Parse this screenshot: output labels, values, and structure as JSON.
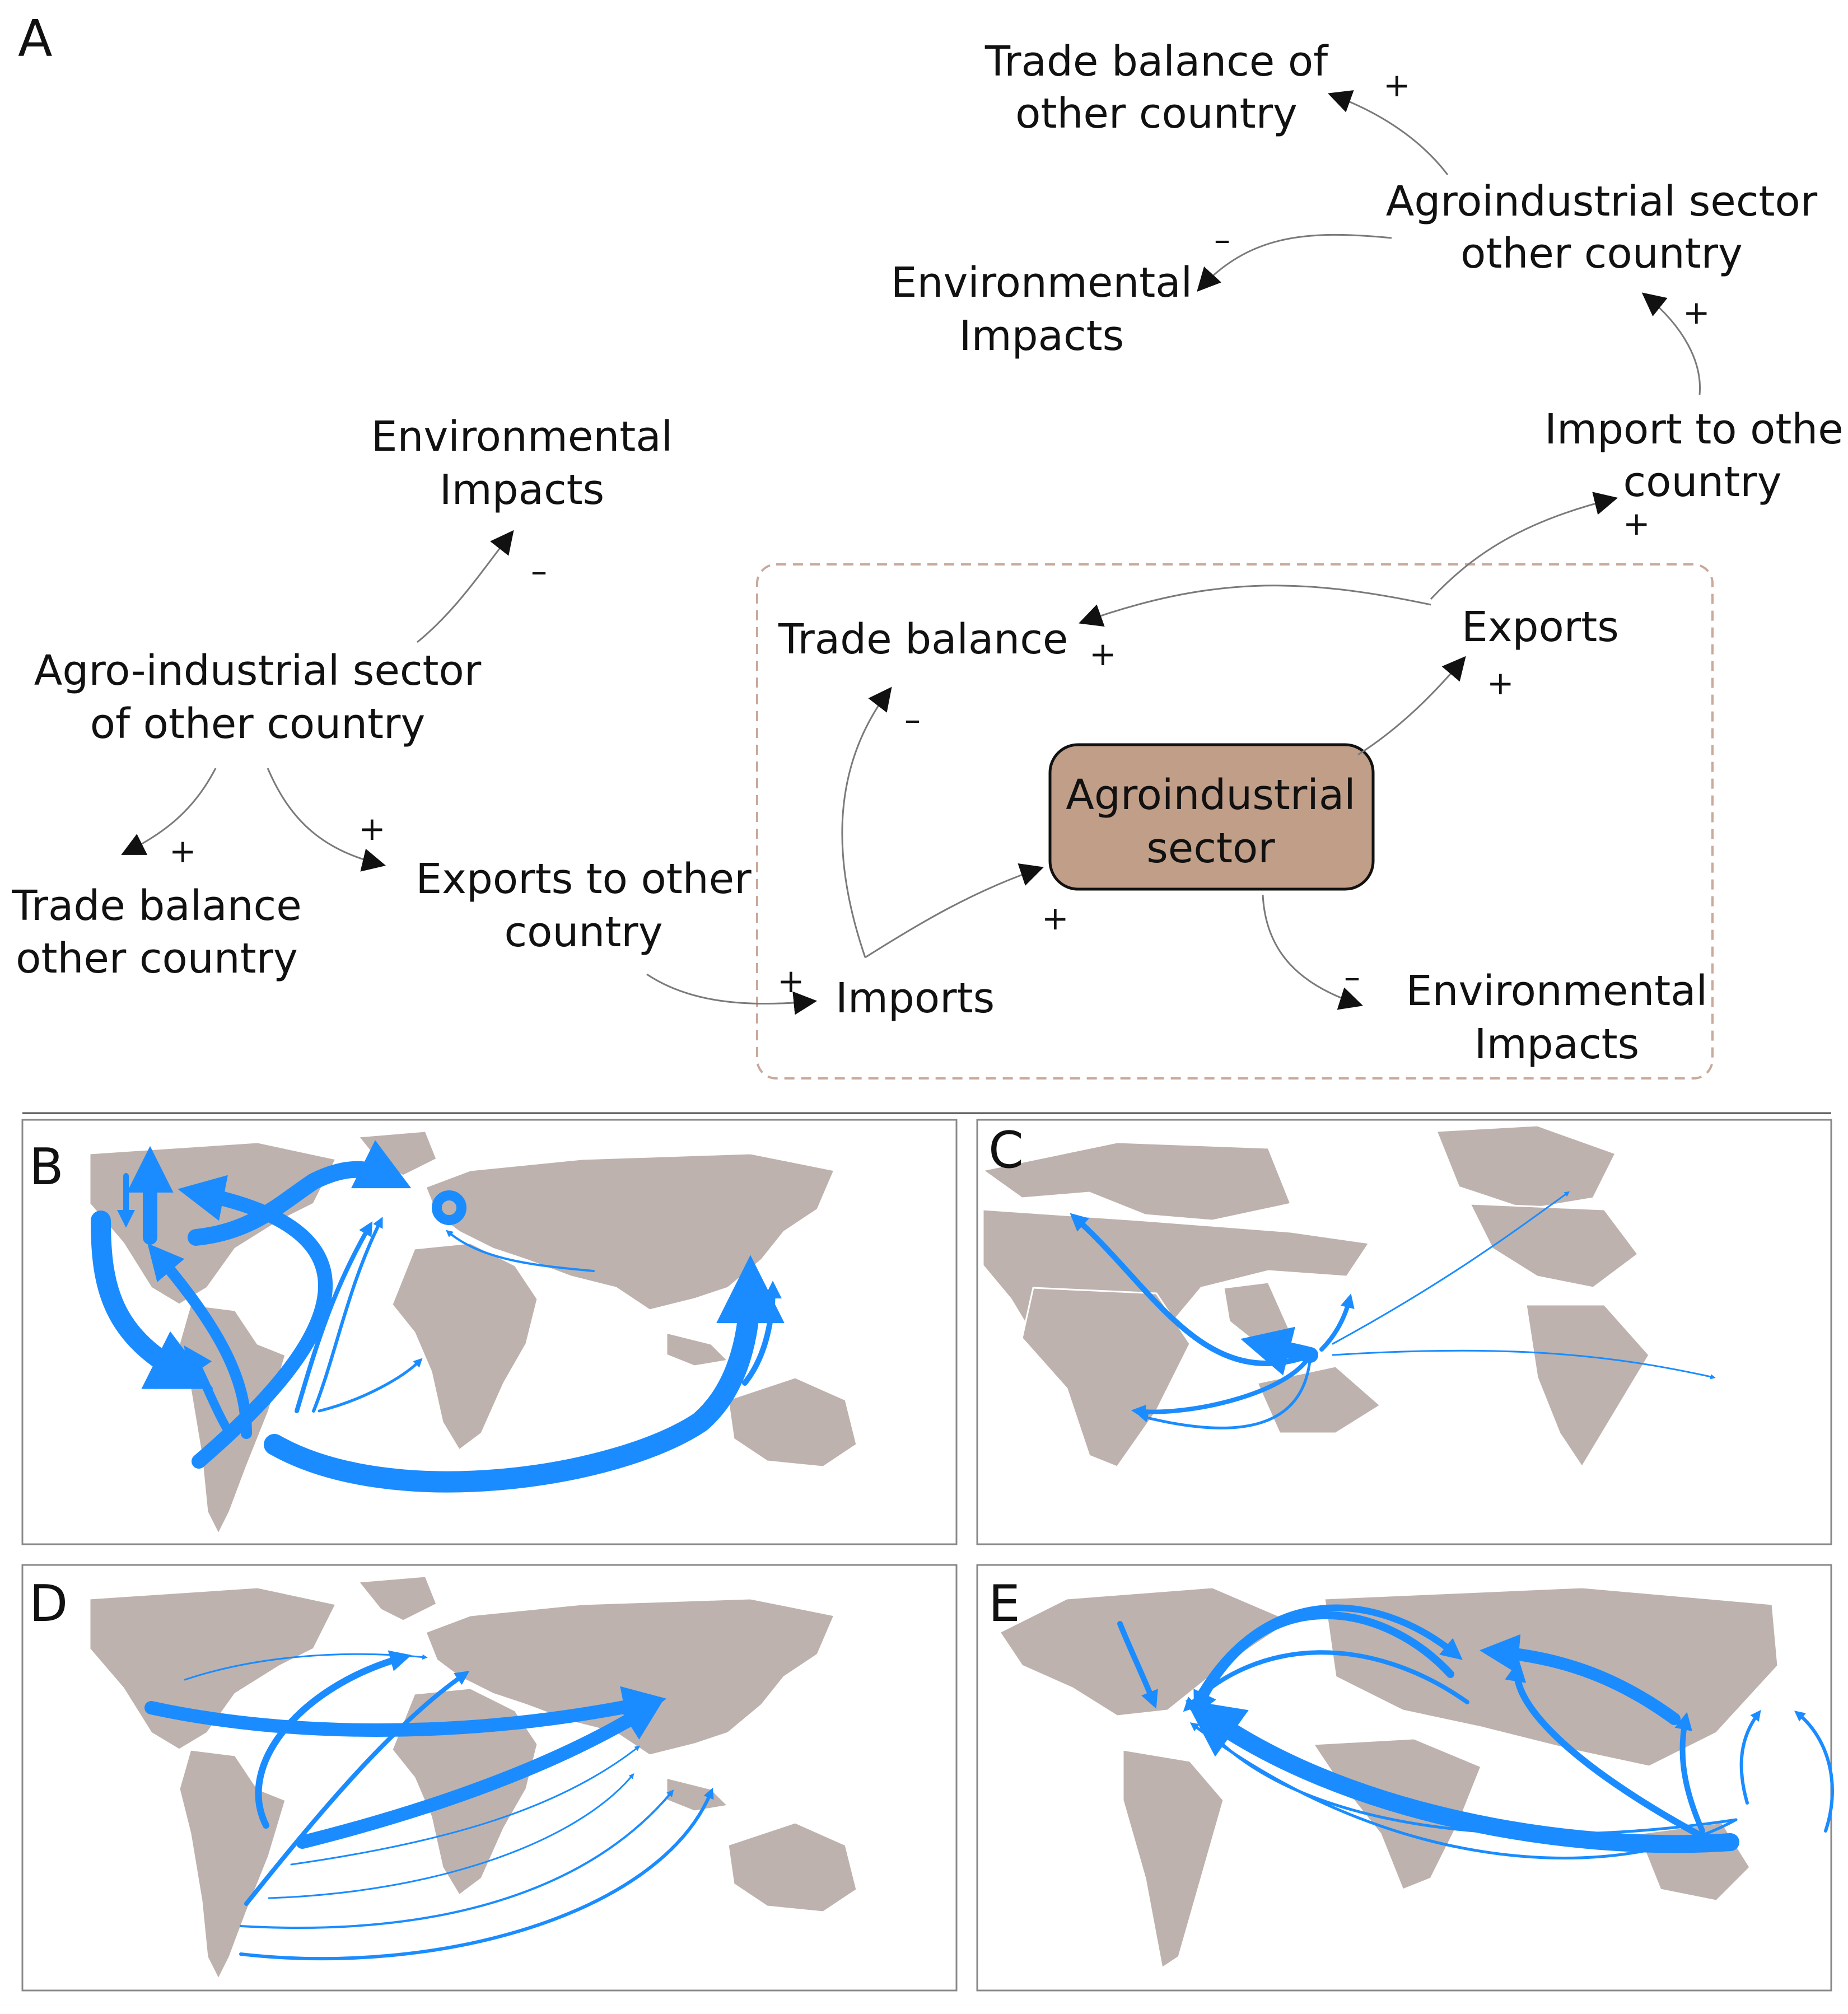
{
  "panels": {
    "a": "A",
    "b": "B",
    "c": "C",
    "d": "D",
    "e": "E"
  },
  "diagram": {
    "central": {
      "line1": "Agroindustrial",
      "line2": "sector"
    },
    "trade_balance": "Trade balance",
    "exports": "Exports",
    "imports": "Imports",
    "env_main": {
      "line1": "Environmental",
      "line2": "Impacts"
    },
    "import_other": {
      "line1": "Import to othe",
      "line2": "country"
    },
    "agro_other_right": {
      "line1": "Agroindustrial sector",
      "line2": "other country"
    },
    "trade_other_right": {
      "line1": "Trade balance of",
      "line2": "other country"
    },
    "env_right": {
      "line1": "Environmental",
      "line2": "Impacts"
    },
    "agro_other_left": {
      "line1": "Agro-industrial sector",
      "line2": "of other country"
    },
    "env_left": {
      "line1": "Environmental",
      "line2": "Impacts"
    },
    "trade_other_left": {
      "line1": "Trade balance",
      "line2": "other country"
    },
    "exports_other": {
      "line1": "Exports to other",
      "line2": "country"
    },
    "signs": {
      "plus": "+",
      "minus": "–"
    }
  },
  "colors": {
    "flow": "#1a8cff",
    "land": "#bdb2ae",
    "box_fill": "#c19e88",
    "box_border": "#c8a99a"
  }
}
